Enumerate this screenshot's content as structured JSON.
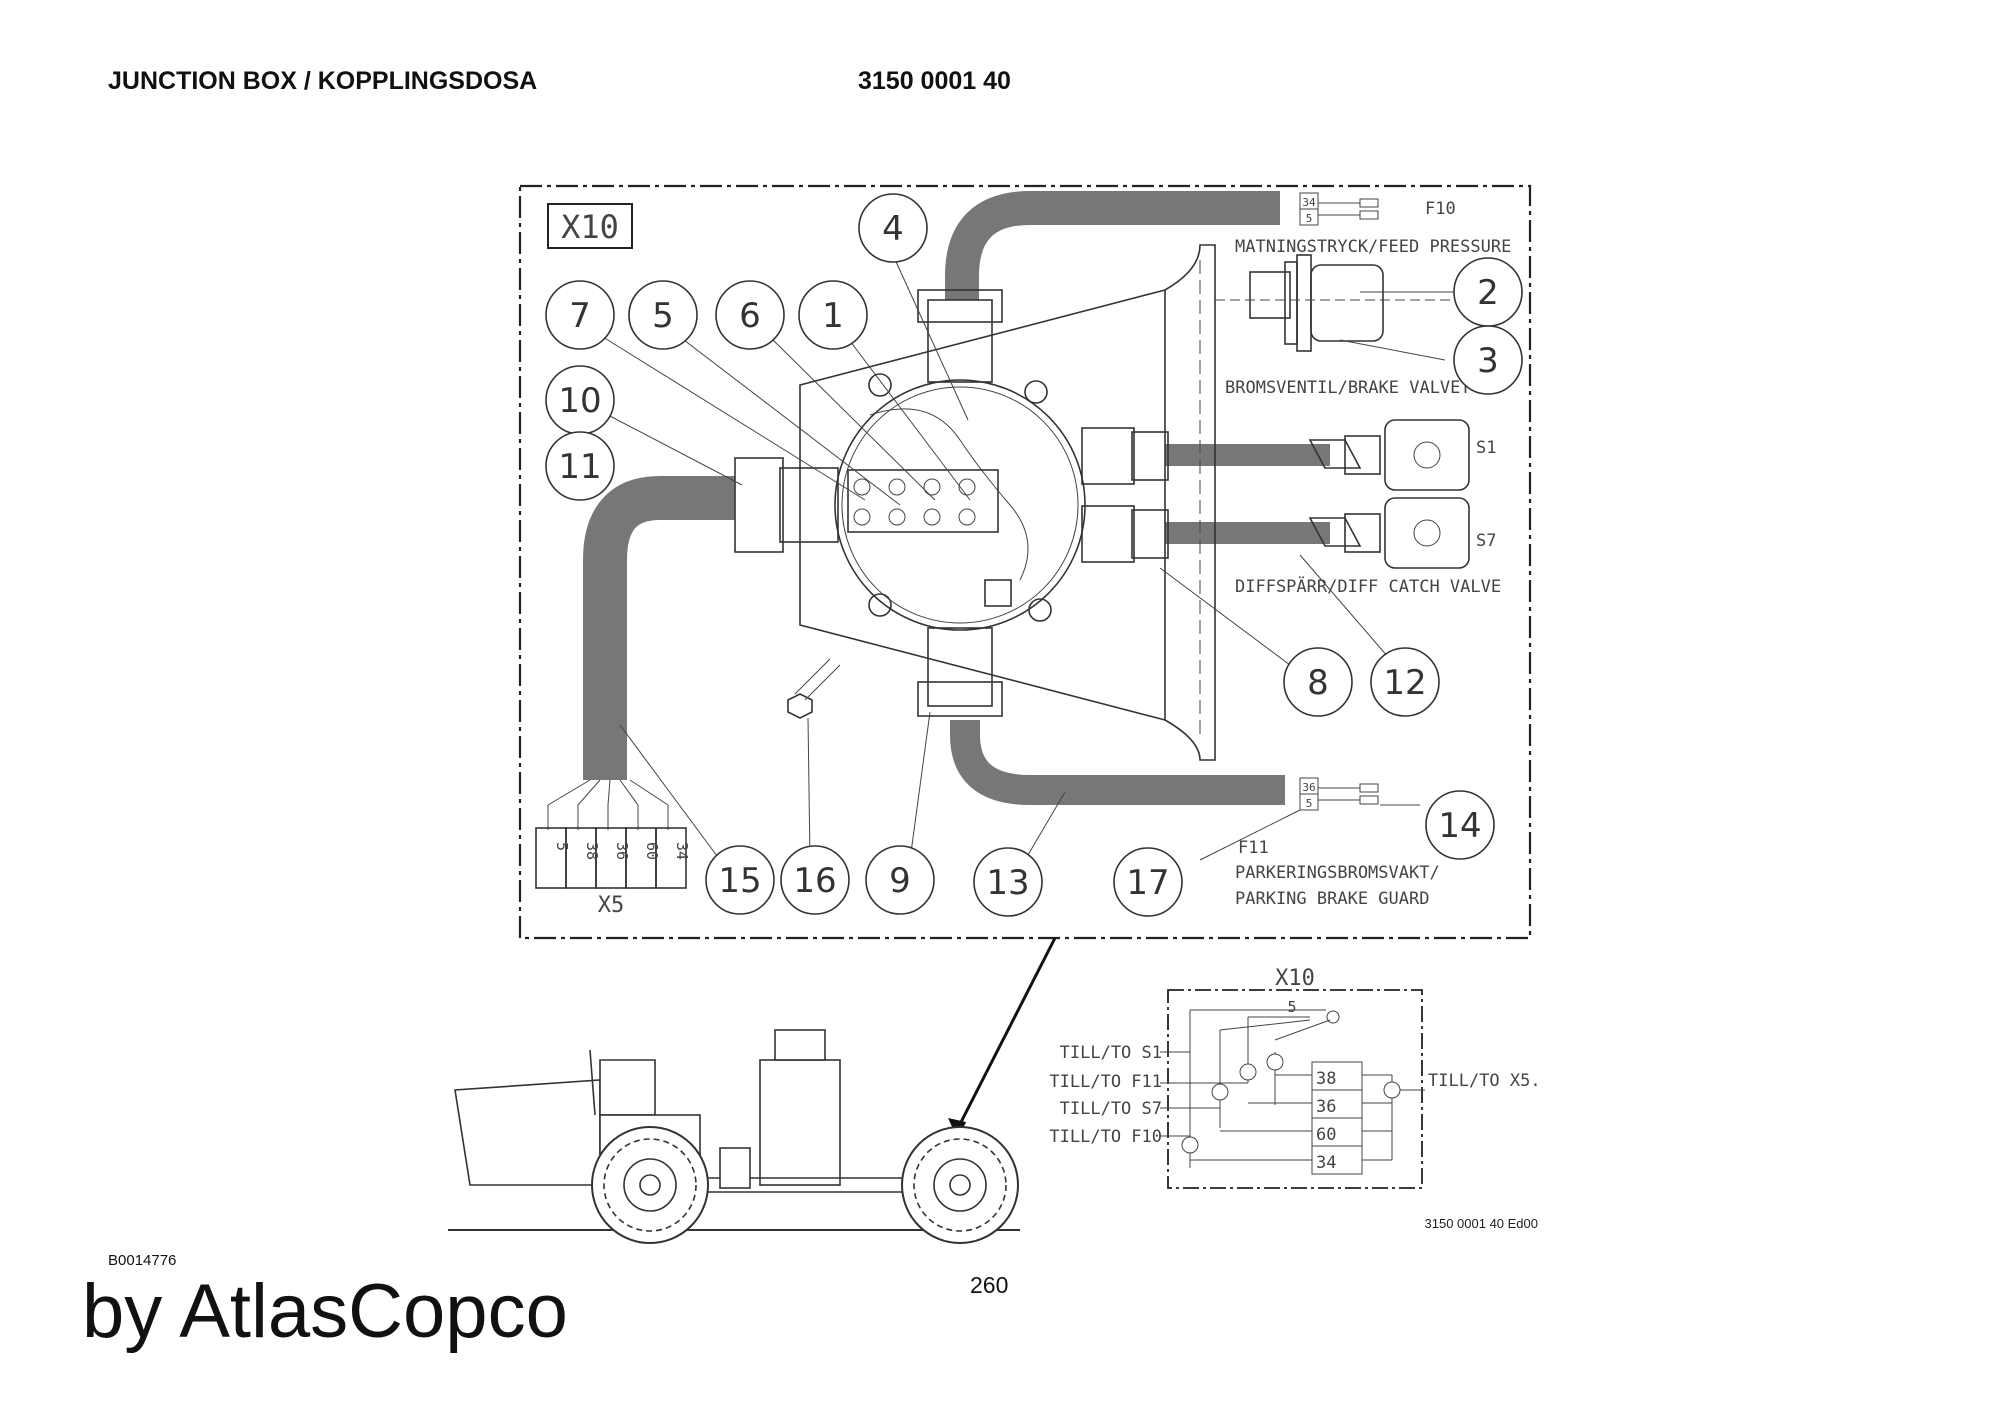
{
  "header": {
    "title": "JUNCTION BOX / KOPPLINGSDOSA",
    "part_number": "3150 0001 40"
  },
  "detail_view": {
    "box_label": "X10",
    "callouts": [
      "1",
      "2",
      "3",
      "4",
      "5",
      "6",
      "7",
      "8",
      "9",
      "10",
      "11",
      "12",
      "13",
      "14",
      "15",
      "16",
      "17"
    ],
    "connector_x5": {
      "label": "X5",
      "terminals": [
        "5",
        "38",
        "36",
        "60",
        "34"
      ]
    },
    "f10": {
      "label": "F10",
      "terminals": [
        "34",
        "5"
      ]
    },
    "f11": {
      "label": "F11",
      "terminals": [
        "36",
        "5"
      ]
    },
    "labels": {
      "feed_pressure": "MATNINGSTRYCK/FEED PRESSURE",
      "brake_valve": "BROMSVENTIL/BRAKE VALVET",
      "s1": "S1",
      "s7": "S7",
      "diff_catch": "DIFFSPÄRR/DIFF CATCH VALVE",
      "parking_guard_1": "PARKERINGSBROMSVAKT/",
      "parking_guard_2": "PARKING BRAKE GUARD"
    }
  },
  "schematic": {
    "title": "X10",
    "top_terminal": "5",
    "inputs": [
      "TILL/TO S1",
      "TILL/TO F11",
      "TILL/TO S7",
      "TILL/TO F10"
    ],
    "terminals": [
      "38",
      "36",
      "60",
      "34"
    ],
    "output": "TILL/TO X5."
  },
  "footer": {
    "drawing_id": "3150 0001 40 Ed00",
    "image_ref": "B0014776",
    "page_number": "260",
    "brand": "by AtlasCopco"
  }
}
